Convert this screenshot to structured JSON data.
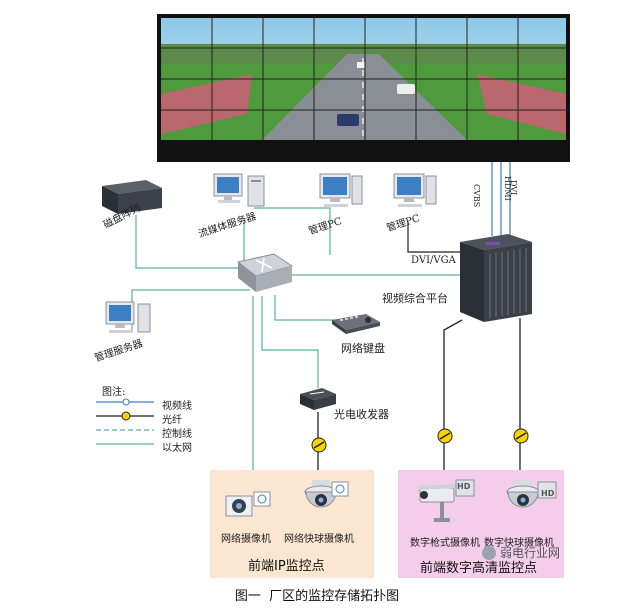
{
  "videowall": {
    "signal_labels": [
      "CVBS",
      "HDMI",
      "DVI"
    ]
  },
  "devices": {
    "disk_array": "磁盘阵列",
    "streaming_server": "流媒体服务器",
    "mgmt_pc_1": "管理PC",
    "mgmt_pc_2": "管理PC",
    "dvi_vga": "DVI/VGA",
    "video_platform": "视频综合平台",
    "mgmt_server": "管理服务器",
    "network_keyboard": "网络键盘",
    "optical_transceiver": "光电收发器"
  },
  "legend": {
    "title": "图注:",
    "items": [
      "视频线",
      "光纤",
      "控制线",
      "以太网"
    ]
  },
  "zones": {
    "ip_front": {
      "title": "前端IP监控点",
      "camera_1": "网络摄像机",
      "camera_2": "网络快球摄像机"
    },
    "hd_front": {
      "title": "前端数字高清监控点",
      "camera_1": "数字枪式摄像机",
      "camera_2": "数字快球摄像机",
      "hd_badge_1": "HD",
      "hd_badge_2": "HD"
    }
  },
  "caption": "图一  厂区的监控存储拓扑图",
  "watermark": "弱电行业网",
  "colors": {
    "ethernet": "#58b39a",
    "video": "#3a7fc1",
    "fiber": "#222222",
    "zone_ip": "#fbe6d2",
    "zone_hd": "#f4cdea"
  }
}
